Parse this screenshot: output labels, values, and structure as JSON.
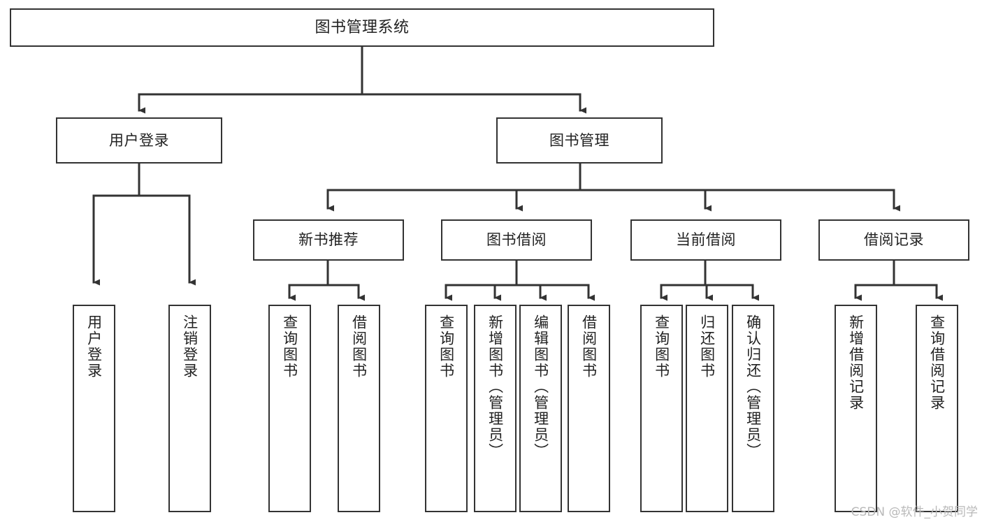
{
  "diagram": {
    "type": "tree",
    "title": "图书管理系统",
    "orientation": "top-down",
    "colors": {
      "box_border": "#333333",
      "box_fill": "#ffffff",
      "edge": "#333333",
      "text": "#222222",
      "watermark": "#b9b9b9",
      "background": "#ffffff"
    },
    "watermark": "CSDN @软件_小贺同学",
    "levels": 4,
    "nodes": {
      "root": {
        "label": "图书管理系统",
        "level": 1,
        "text_orientation": "horizontal"
      },
      "l2_user_login": {
        "label": "用户登录",
        "level": 2,
        "text_orientation": "horizontal"
      },
      "l2_book_manage": {
        "label": "图书管理",
        "level": 2,
        "text_orientation": "horizontal"
      },
      "l3_new_book_rec": {
        "label": "新书推荐",
        "level": 3,
        "text_orientation": "horizontal"
      },
      "l3_book_borrow": {
        "label": "图书借阅",
        "level": 3,
        "text_orientation": "horizontal"
      },
      "l3_current_borrow": {
        "label": "当前借阅",
        "level": 3,
        "text_orientation": "horizontal"
      },
      "l3_borrow_record": {
        "label": "借阅记录",
        "level": 3,
        "text_orientation": "horizontal"
      },
      "l4_user_login": {
        "label": "用户登录",
        "level": 4,
        "text_orientation": "vertical"
      },
      "l4_logout": {
        "label": "注销登录",
        "level": 4,
        "text_orientation": "vertical"
      },
      "l4_query_book_a": {
        "label": "查询图书",
        "level": 4,
        "text_orientation": "vertical"
      },
      "l4_borrow_book_a": {
        "label": "借阅图书",
        "level": 4,
        "text_orientation": "vertical"
      },
      "l4_query_book_b": {
        "label": "查询图书",
        "level": 4,
        "text_orientation": "vertical"
      },
      "l4_add_book": {
        "label": "新增图书（管理员）",
        "level": 4,
        "text_orientation": "vertical"
      },
      "l4_edit_book": {
        "label": "编辑图书（管理员）",
        "level": 4,
        "text_orientation": "vertical"
      },
      "l4_borrow_book_b": {
        "label": "借阅图书",
        "level": 4,
        "text_orientation": "vertical"
      },
      "l4_query_book_c": {
        "label": "查询图书",
        "level": 4,
        "text_orientation": "vertical"
      },
      "l4_return_book": {
        "label": "归还图书",
        "level": 4,
        "text_orientation": "vertical"
      },
      "l4_confirm_return": {
        "label": "确认归还（管理员）",
        "level": 4,
        "text_orientation": "vertical"
      },
      "l4_add_record": {
        "label": "新增借阅记录",
        "level": 4,
        "text_orientation": "vertical"
      },
      "l4_query_record": {
        "label": "查询借阅记录",
        "level": 4,
        "text_orientation": "vertical"
      }
    },
    "edges": [
      {
        "from": "root",
        "to": "l2_user_login",
        "arrow": true
      },
      {
        "from": "root",
        "to": "l2_book_manage",
        "arrow": true
      },
      {
        "from": "l2_user_login",
        "to": "l4_user_login",
        "arrow": true
      },
      {
        "from": "l2_user_login",
        "to": "l4_logout",
        "arrow": true
      },
      {
        "from": "l2_book_manage",
        "to": "l3_new_book_rec",
        "arrow": true
      },
      {
        "from": "l2_book_manage",
        "to": "l3_book_borrow",
        "arrow": true
      },
      {
        "from": "l2_book_manage",
        "to": "l3_current_borrow",
        "arrow": true
      },
      {
        "from": "l2_book_manage",
        "to": "l3_borrow_record",
        "arrow": true
      },
      {
        "from": "l3_new_book_rec",
        "to": "l4_query_book_a",
        "arrow": true
      },
      {
        "from": "l3_new_book_rec",
        "to": "l4_borrow_book_a",
        "arrow": true
      },
      {
        "from": "l3_book_borrow",
        "to": "l4_query_book_b",
        "arrow": true
      },
      {
        "from": "l3_book_borrow",
        "to": "l4_add_book",
        "arrow": true
      },
      {
        "from": "l3_book_borrow",
        "to": "l4_edit_book",
        "arrow": true
      },
      {
        "from": "l3_book_borrow",
        "to": "l4_borrow_book_b",
        "arrow": true
      },
      {
        "from": "l3_current_borrow",
        "to": "l4_query_book_c",
        "arrow": true
      },
      {
        "from": "l3_current_borrow",
        "to": "l4_return_book",
        "arrow": true
      },
      {
        "from": "l3_current_borrow",
        "to": "l4_confirm_return",
        "arrow": true
      },
      {
        "from": "l3_borrow_record",
        "to": "l4_add_record",
        "arrow": true
      },
      {
        "from": "l3_borrow_record",
        "to": "l4_query_record",
        "arrow": true
      }
    ]
  }
}
